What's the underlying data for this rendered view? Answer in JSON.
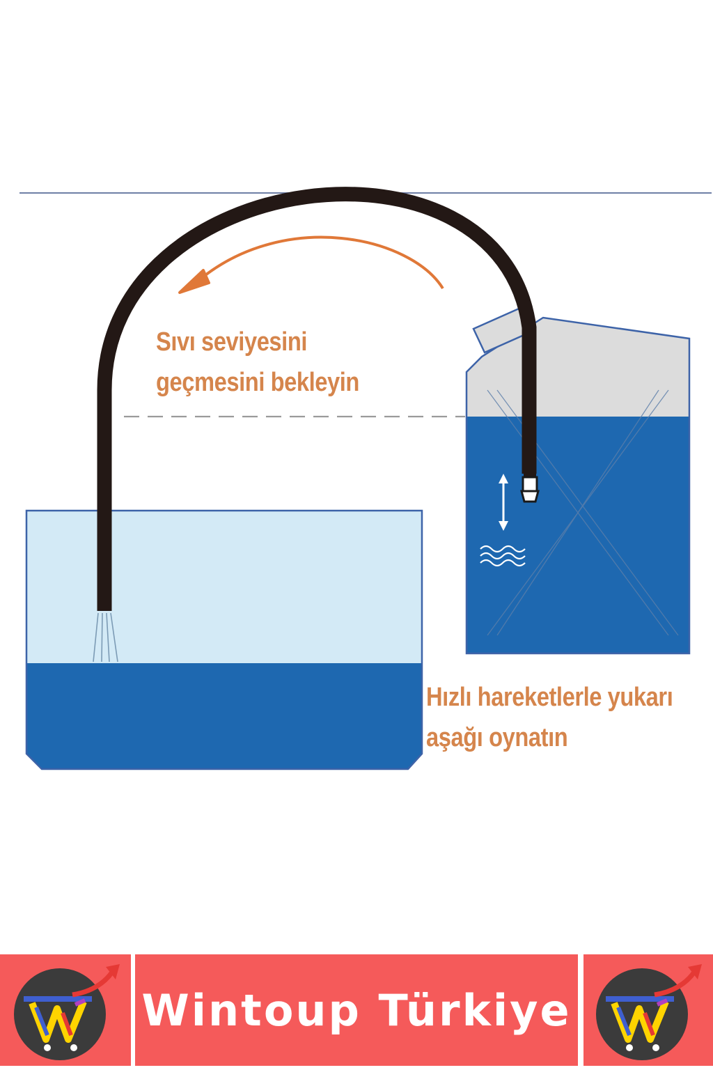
{
  "captions": {
    "wait_line1": "Sıvı seviyesini",
    "wait_line2": "geçmesini bekleyin",
    "shake_line1": "Hızlı hareketlerle yukarı",
    "shake_line2": "aşağı oynatın"
  },
  "footer": {
    "brand": "Wintoup Türkiye"
  },
  "colors": {
    "caption": "#d5854c",
    "arrow": "#e07838",
    "water_dark": "#1e68b0",
    "water_light": "#d3eaf6",
    "hose": "#231815",
    "jug_top": "#dcdcdc",
    "footer_red": "#f55a5a"
  },
  "icons": [
    "flow-direction-arrow",
    "up-down-arrow-icon",
    "wave-icon",
    "wintoup-cart-logo"
  ]
}
